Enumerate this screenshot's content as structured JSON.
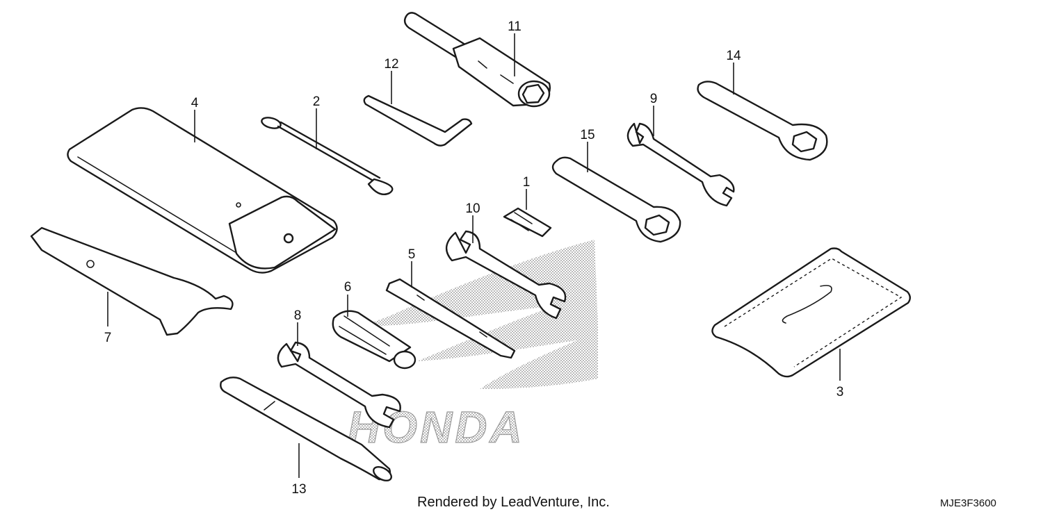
{
  "watermark": {
    "brand_text": "HONDA"
  },
  "parts": [
    {
      "id": "p1",
      "label": "1"
    },
    {
      "id": "p2",
      "label": "2"
    },
    {
      "id": "p3",
      "label": "3"
    },
    {
      "id": "p4",
      "label": "4"
    },
    {
      "id": "p5",
      "label": "5"
    },
    {
      "id": "p6",
      "label": "6"
    },
    {
      "id": "p7",
      "label": "7"
    },
    {
      "id": "p8",
      "label": "8"
    },
    {
      "id": "p9",
      "label": "9"
    },
    {
      "id": "p10",
      "label": "10"
    },
    {
      "id": "p11",
      "label": "11"
    },
    {
      "id": "p12",
      "label": "12"
    },
    {
      "id": "p13",
      "label": "13"
    },
    {
      "id": "p14",
      "label": "14"
    },
    {
      "id": "p15",
      "label": "15"
    }
  ],
  "footer": {
    "credit": "Rendered by LeadVenture, Inc.",
    "diagram_code": "MJE3F3600"
  }
}
